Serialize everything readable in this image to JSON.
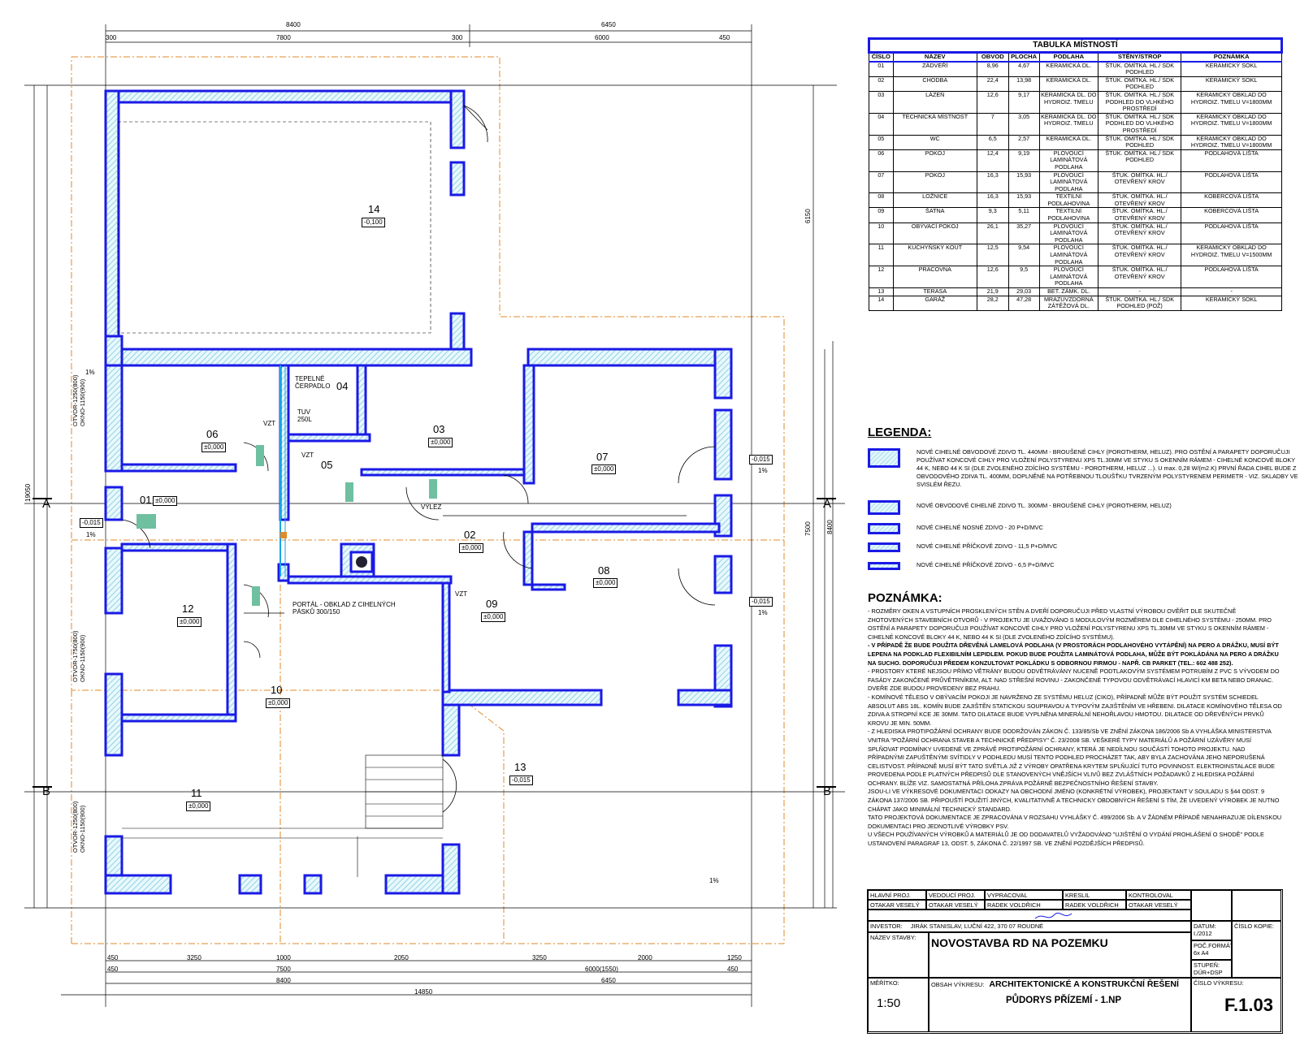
{
  "colors": {
    "wall_stroke": "#1a1ae6",
    "wall_fill": "#bfe8f2",
    "boundary": "#e08a2a",
    "ink": "#000000"
  },
  "room_table": {
    "title": "TABULKA MÍSTNOSTÍ",
    "headers": [
      "ČÍSLO",
      "NÁZEV",
      "OBVOD",
      "PLOCHA",
      "PODLAHA",
      "STĚNY/STROP",
      "POZNÁMKA"
    ],
    "rows": [
      [
        "01",
        "ZÁDVEŘÍ",
        "8,96",
        "4,67",
        "KERAMICKÁ DL.",
        "ŠTUK. OMÍTKA. HL./ SDK PODHLED",
        "KERAMICKÝ SOKL"
      ],
      [
        "02",
        "CHODBA",
        "22,4",
        "13,98",
        "KERAMICKÁ DL.",
        "ŠTUK. OMÍTKA. HL./ SDK PODHLED",
        "KERAMICKÝ SOKL"
      ],
      [
        "03",
        "LÁZEŇ",
        "12,6",
        "9,17",
        "KERAMICKÁ DL. DO HYDROIZ. TMELU",
        "ŠTUK. OMÍTKA. HL./ SDK PODHLED DO VLHKÉHO PROSTŘEDÍ",
        "KERAMICKÝ OBKLAD DO HYDROIZ. TMELU V=1800MM"
      ],
      [
        "04",
        "TECHNICKÁ MÍSTNOST",
        "7",
        "3,05",
        "KERAMICKÁ DL. DO HYDROIZ. TMELU",
        "ŠTUK. OMÍTKA. HL./ SDK PODHLED DO VLHKÉHO PROSTŘEDÍ",
        "KERAMICKÝ OBKLAD DO HYDROIZ. TMELU V=1800MM"
      ],
      [
        "05",
        "WC",
        "6,5",
        "2,57",
        "KERAMICKÁ DL.",
        "ŠTUK. OMÍTKA. HL./ SDK PODHLED",
        "KERAMICKÝ OBKLAD DO HYDROIZ. TMELU V=1800MM"
      ],
      [
        "06",
        "POKOJ",
        "12,4",
        "9,19",
        "PLOVOUCÍ LAMINÁTOVÁ PODLAHA",
        "ŠTUK. OMÍTKA. HL./ SDK PODHLED",
        "PODLAHOVÁ LIŠTA"
      ],
      [
        "07",
        "POKOJ",
        "16,3",
        "15,93",
        "PLOVOUCÍ LAMINÁTOVÁ PODLAHA",
        "ŠTUK. OMÍTKA. HL./ OTEVŘENÝ KROV",
        "PODLAHOVÁ LIŠTA"
      ],
      [
        "08",
        "LOŽNICE",
        "16,3",
        "15,93",
        "TEXTILNÍ PODLAHOVINA",
        "ŠTUK. OMÍTKA. HL./ OTEVŘENÝ KROV",
        "KOBERCOVÁ LIŠTA"
      ],
      [
        "09",
        "ŠATNA",
        "9,3",
        "5,11",
        "TEXTILNÍ PODLAHOVINA",
        "ŠTUK. OMÍTKA. HL./ OTEVŘENÝ KROV",
        "KOBERCOVÁ LIŠTA"
      ],
      [
        "10",
        "OBÝVACÍ POKOJ",
        "26,1",
        "35,27",
        "PLOVOUCÍ LAMINÁTOVÁ PODLAHA",
        "ŠTUK. OMÍTKA. HL./ OTEVŘENÝ KROV",
        "PODLAHOVÁ LIŠTA"
      ],
      [
        "11",
        "KUCHYŇSKÝ KOUT",
        "12,5",
        "9,54",
        "PLOVOUCÍ LAMINÁTOVÁ PODLAHA",
        "ŠTUK. OMÍTKA. HL./ OTEVŘENÝ KROV",
        "KERAMICKÝ OBKLAD DO HYDROIZ. TMELU V=1500MM"
      ],
      [
        "12",
        "PRACOVNA",
        "12,6",
        "9,5",
        "PLOVOUCÍ LAMINÁTOVÁ PODLAHA",
        "ŠTUK. OMÍTKA. HL./ OTEVŘENÝ KROV",
        "PODLAHOVÁ LIŠTA"
      ],
      [
        "13",
        "TERASA",
        "21,9",
        "29,03",
        "BET. ZÁMK. DL.",
        "-",
        "-"
      ],
      [
        "14",
        "GARÁŽ",
        "28,2",
        "47,28",
        "MRAZUVZDORNÁ ZÁTĚŽOVÁ DL.",
        "ŠTUK. OMÍTKA. HL./ SDK PODHLED (POŽ)",
        "KERAMICKÝ SOKL"
      ]
    ]
  },
  "legend": {
    "title": "LEGENDA:",
    "items": [
      "NOVÉ CIHELNÉ OBVODOVÉ ZDIVO TL. 440MM - BROUŠENÉ CIHLY (POROTHERM, HELUZ). PRO OSTĚNÍ A PARAPETY DOPORUČUJI POUŽÍVAT KONCOVÉ CIHLY PRO VLOŽENÍ POLYSTYRENU XPS TL.30MM VE STYKU S OKENNÍM RÁMEM - CIHELNÉ KONCOVÉ BLOKY 44 K, NEBO 44 K SI (DLE ZVOLENÉHO ZDÍCÍHO SYSTÉMU - POROTHERM, HELUZ ...). U max. 0,28 W/(m2.K) PRVNÍ ŘADA CIHEL BUDE Z OBVODOVÉHO ZDIVA TL. 400MM, DOPLNĚNÉ NA POTŘEBNOU TLOUŠŤKU TVRZENÝM POLYSTYRENEM PERIMETR - VIZ. SKLADBY VE SVISLÉM ŘEZU.",
      "NOVÉ OBVODOVÉ CIHELNÉ ZDIVO TL. 300MM - BROUŠENÉ CIHLY (POROTHERM, HELUZ)",
      "NOVÉ CIHELNÉ NOSNÉ ZDIVO - 20 P+D/MVC",
      "NOVÉ CIHELNÉ PŘÍČKOVÉ ZDIVO - 11,5 P+D/MVC",
      "NOVÉ CIHELNÉ PŘÍČKOVÉ ZDIVO - 6,5 P+D/MVC"
    ]
  },
  "notes": {
    "title": "POZNÁMKA:",
    "paragraphs": [
      "- ROZMĚRY OKEN A VSTUPNÍCH PROSKLENÝCH STĚN A DVEŘÍ DOPORUČUJI PŘED VLASTNÍ VÝROBOU OVĚŘIT DLE SKUTEČNĚ ZHOTOVENÝCH STAVEBNÍCH OTVORŮ - V PROJEKTU JE UVAŽOVÁNO S MODULOVÝM ROZMĚREM DLE CIHELNÉHO SYSTÉMU - 250MM. PRO OSTĚNÍ A PARAPETY DOPORUČUJI POUŽÍVAT KONCOVÉ CIHLY PRO VLOŽENÍ POLYSTYRENU XPS TL.30MM VE STYKU S OKENNÍM RÁMEM - CIHELNÉ KONCOVÉ BLOKY 44 K, NEBO 44 K SI (DLE ZVOLENÉHO ZDÍCÍHO SYSTÉMU).",
      "- V PŘÍPADĚ ŽE BUDE POUŽITA DŘEVĚNÁ LAMELOVÁ PODLAHA (V PROSTORÁCH PODLAHOVÉHO VYTÁPĚNÍ) NA PERO A DRÁŽKU, MUSÍ BÝT LEPENA NA PODKLAD FLEXIBILNÍM LEPIDLEM. POKUD BUDE POUŽITA LAMINÁTOVÁ PODLAHA, MŮŽE BÝT POKLÁDÁNA NA PERO A DRÁŽKU NA SUCHO. DOPORUČUJI PŘEDEM KONZULTOVAT POKLÁDKU S ODBORNOU FIRMOU - NAPŘ. CB PARKET (TEL.: 602 488 252).",
      "- PROSTORY KTERÉ NEJSOU PŘÍMO VĚTRÁNY BUDOU ODVĚTRÁVÁNY NUCENĚ PODTLAKOVÝM SYSTÉMEM POTRUBÍM Z PVC S VÝVODEM DO FASÁDY ZAKONČENÉ PRŮVĚTRNÍKEM, ALT. NAD STŘEŠNÍ ROVINU - ZAKONČENÉ TYPOVOU ODVĚTRÁVACÍ HLAVICÍ KM BETA NEBO DRANAC. DVEŘE ZDE BUDOU PROVEDENY BEZ PRAHU.",
      "- KOMÍNOVÉ TĚLESO V OBÝVACÍM POKOJI JE NAVRŽENO ZE SYSTÉMU HELUZ (CIKO), PŘÍPADNĚ MŮŽE BÝT POUŽIT SYSTÉM SCHIEDEL ABSOLUT ABS 18L. KOMÍN BUDE ZAJIŠTĚN STATICKOU SOUPRAVOU A TYPOVÝM ZAJIŠTĚNÍM VE HŘEBENI. DILATACE KOMÍNOVÉHO TĚLESA OD ZDIVA A STROPNÍ KCE JE 30MM. TATO DILATACE BUDE VYPLNĚNA MINERÁLNÍ NEHOŘLAVOU HMOTOU. DILATACE OD DŘEVĚNÝCH PRVKŮ KROVU JE MIN. 50MM.",
      "- Z HLEDISKA PROTIPOŽÁRNÍ OCHRANY BUDE DODRŽOVÁN ZÁKON Č. 133/85/Sb VE ZNĚNÍ ZÁKONA 186/2006 Sb A VYHLÁŠKA MINISTERSTVA VNITRA \"POŽÁRNÍ OCHRANA STAVEB A TECHNICKÉ PŘEDPISY\" Č. 23/2008 SB. VEŠKERÉ TYPY MATERIÁLŮ A POŽÁRNÍ UZÁVĚRY MUSÍ SPLŇOVAT PODMÍNKY UVEDENÉ VE ZPRÁVĚ PROTIPOŽÁRNÍ OCHRANY, KTERÁ JE NEDÍLNOU SOUČÁSTÍ TOHOTO PROJEKTU. NAD PŘÍPADNÝMI ZAPUŠTĚNÝMI SVÍTIDLY V PODHLEDU MUSÍ TENTO PODHLED PROCHÁZET TAK, ABY BYLA ZACHOVÁNA JEHO NEPORUŠENÁ CELISTVOST. PŘÍPADNĚ MUSÍ BÝT TATO SVĚTLA JIŽ Z VÝROBY OPATŘENA KRYTEM SPLŇUJÍCÍ TUTO POVINNOST. ELEKTROINSTALACE BUDE PROVEDENA PODLE PLATNÝCH PŘEDPISŮ DLE STANOVENÝCH VNĚJŠÍCH VLIVŮ BEZ ZVLÁŠTNÍCH POŽADAVKŮ Z HLEDISKA POŽÁRNÍ OCHRANY. BLÍŽE VIZ. SAMOSTATNÁ PŘÍLOHA ZPRÁVA POŽÁRNĚ BEZPEČNOSTNÍHO ŘEŠENÍ STAVBY.",
      "JSOU-LI VE VÝKRESOVÉ DOKUMENTACI ODKAZY NA OBCHODNÍ JMÉNO (KONKRÉTNÍ VÝROBEK), PROJEKTANT V SOULADU S §44 ODST. 9 ZÁKONA 137/2006 SB. PŘIPOUŠTÍ POUŽITÍ JINÝCH, KVALITATIVNĚ A TECHNICKY OBDOBNÝCH ŘEŠENÍ S TÍM, ŽE UVEDENÝ VÝROBEK JE NUTNO CHÁPAT JAKO MINIMÁLNÍ TECHNICKÝ STANDARD.",
      "TATO PROJEKTOVÁ DOKUMENTACE JE ZPRACOVÁNA V ROZSAHU VYHLÁŠKY Č. 499/2006 Sb. A V ŽÁDNÉM PŘÍPADĚ NENAHRAZUJE DÍLENSKOU DOKUMENTACI PRO JEDNOTLIVÉ VÝROBKY PSV.",
      "U VŠECH POUŽÍVANÝCH VÝROBKŮ A MATERIÁLŮ JE OD DODAVATELŮ VYŽADOVÁNO \"UJIŠTĚNÍ O VYDÁNÍ PROHLÁŠENÍ O SHODĚ\" PODLE USTANOVENÍ PARAGRAF 13, ODST. 5, ZÁKONA Č. 22/1997 SB. VE ZNĚNÍ POZDĚJŠÍCH PŘEDPISŮ."
    ]
  },
  "title_block": {
    "roles": [
      "HLAVNÍ PROJ.",
      "VEDOUCÍ PROJ.",
      "VYPRACOVAL",
      "KRESLIL",
      "KONTROLOVAL"
    ],
    "names": [
      "OTAKAR VESELÝ",
      "OTAKAR VESELÝ",
      "RADEK VOLDŘICH",
      "RADEK VOLDŘICH",
      "OTAKAR VESELÝ"
    ],
    "investor_label": "INVESTOR:",
    "investor": "JIRÁK STANISLAV, LUČNÍ 422, 370 07  ROUDNÉ",
    "date_label": "DATUM:",
    "date": "I./2012",
    "copy_label": "ČÍSLO KOPIE:",
    "name_label": "NÁZEV STAVBY:",
    "project_name": "NOVOSTAVBA RD NA POZEMKU",
    "format_label": "POČ.FORMÁT",
    "format": "6x A4",
    "stage_label": "STUPEŇ:",
    "stage": "DÚR+DSP",
    "scale_label": "MĚŘÍTKO:",
    "scale": "1:50",
    "content_label": "OBSAH VÝKRESU:",
    "content_1": "ARCHITEKTONICKÉ A KONSTRUKČNÍ ŘEŠENÍ",
    "content_2": "PŮDORYS PŘÍZEMÍ - 1.NP",
    "drawing_no_label": "ČÍSLO VÝKRESU:",
    "drawing_no": "F.1.03"
  },
  "plan": {
    "rooms": [
      {
        "no": "14",
        "level": "-0,100"
      },
      {
        "no": "04",
        "level": ""
      },
      {
        "no": "06",
        "level": "±0,000"
      },
      {
        "no": "03",
        "level": "±0,000"
      },
      {
        "no": "07",
        "level": "±0,000"
      },
      {
        "no": "05",
        "level": ""
      },
      {
        "no": "01",
        "level": "±0,000"
      },
      {
        "no": "02",
        "level": "±0,000"
      },
      {
        "no": "08",
        "level": "±0,000"
      },
      {
        "no": "12",
        "level": "±0,000"
      },
      {
        "no": "09",
        "level": "±0,000"
      },
      {
        "no": "10",
        "level": "±0,000"
      },
      {
        "no": "13",
        "level": "-0,015"
      },
      {
        "no": "11",
        "level": "±0,000"
      }
    ],
    "section_marks": [
      "A",
      "A´",
      "B",
      "B´"
    ],
    "top_dims_1": [
      "8400",
      "6450"
    ],
    "top_dims_2": [
      "300",
      "7800",
      "300",
      "6000",
      "450"
    ],
    "bottom_dims_1": [
      "450",
      "3250",
      "1000",
      "2050",
      "3250",
      "2000",
      "1250"
    ],
    "bottom_dims_2": [
      "450",
      "7500",
      "6000(1550)",
      "450"
    ],
    "bottom_dims_3": [
      "8400",
      "6450"
    ],
    "bottom_total": "14850",
    "left_total": "19050",
    "right_total": "8400",
    "right_dims": [
      "6150",
      "7500"
    ],
    "misc_text": [
      "TEPELNÉ ČERPADLO",
      "TUV 250L",
      "VZT",
      "VZT",
      "VZT",
      "VÝLEZ",
      "PORTÁL - OBKLAD Z CIHELNÝCH PÁSKŮ 300/150",
      "OTVOR-1250(800) OKNO-1150(900)",
      "OTVOR-1750(800) OKNO-1150(900)",
      "OTVOR-1250(800) OKNO-1150(900)",
      "-0,015",
      "-0,015",
      "-0,015",
      "1%",
      "1%",
      "1%",
      "1%",
      "1%"
    ]
  }
}
